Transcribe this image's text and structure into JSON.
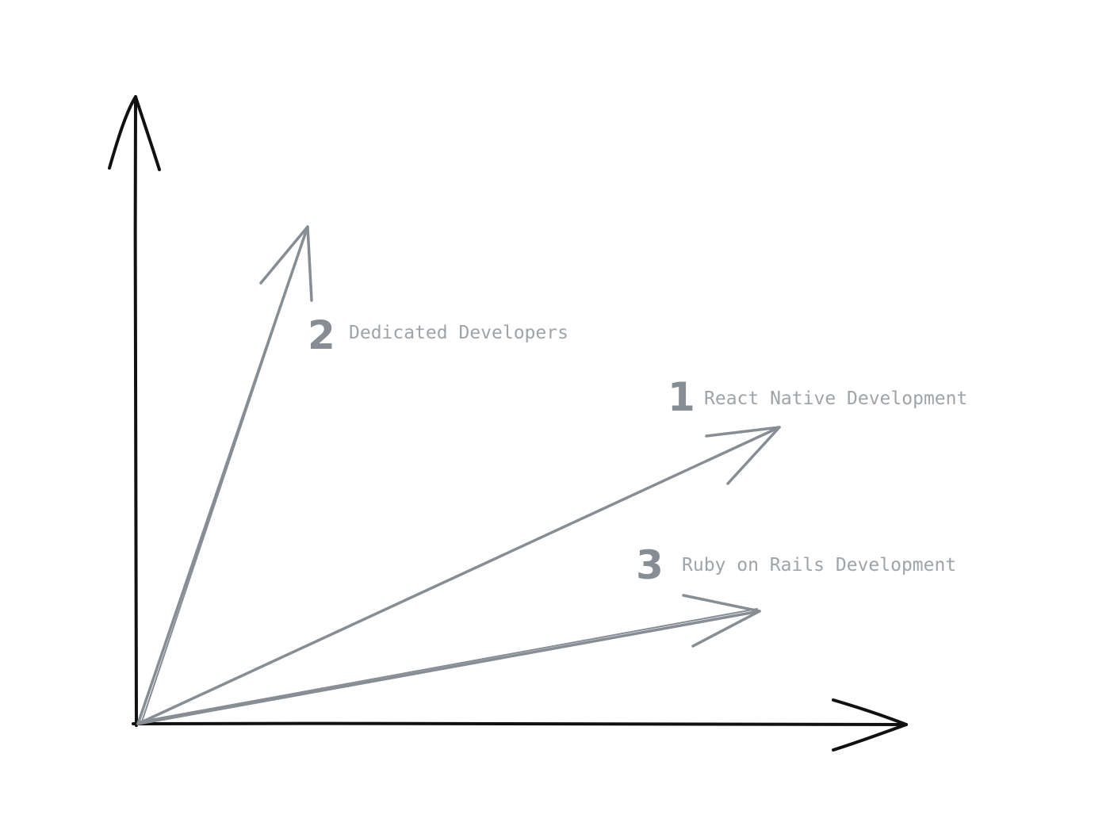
{
  "vectors": [
    {
      "rank": "2",
      "label": "Dedicated Developers"
    },
    {
      "rank": "1",
      "label": "React Native Development"
    },
    {
      "rank": "3",
      "label": "Ruby on Rails Development"
    }
  ],
  "colors": {
    "axis": "#111111",
    "vector": "#878d94",
    "label": "#9fa4a9",
    "background": "#ffffff"
  }
}
